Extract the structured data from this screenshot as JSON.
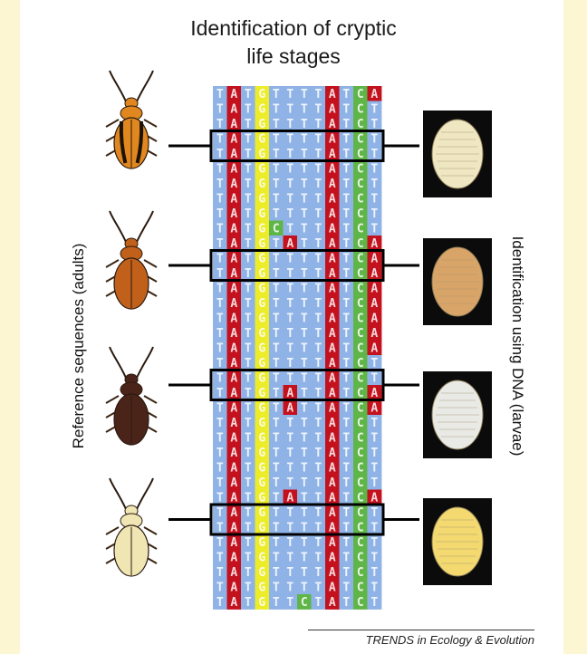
{
  "title_line1": "Identification of cryptic",
  "title_line2": "life stages",
  "left_label": "Reference sequences (adults)",
  "right_label": "Identification using DNA (larvae)",
  "footer": "TRENDS in Ecology & Evolution",
  "alignment": {
    "columns": [
      "T",
      "A",
      "T",
      "G",
      "T",
      "T",
      "T",
      "T",
      "A",
      "T",
      "C",
      "A"
    ],
    "rows": [
      "TATGTTTTATCA",
      "TATGTTTTATCT",
      "TATGTTTTATCT",
      "TATGTTTTATCT",
      "TATGTTTTATCT",
      "TATGTTTTATCT",
      "TATGTTTTATCT",
      "TATGTTTTATCT",
      "TATGTTTTATCT",
      "TATGCTTTATCT",
      "TATGTATTATCA",
      "TATGTTTTATCA",
      "TATGTTTTATCA",
      "TATGTTTTATCA",
      "TATGTTTTATCA",
      "TATGTTTTATCA",
      "TATGTTTTATCA",
      "TATGTTTTATCA",
      "TATGTTTTATCT",
      "TATGTTTTATCT",
      "TATGTATTATCA",
      "TATGTATTATCA",
      "TATGTTTTATCT",
      "TATGTTTTATCT",
      "TATGTTTTATCT",
      "TATGTTTTATCT",
      "TATGTTTTATCT",
      "TATGTATTATCA",
      "TATGTTTTATCT",
      "TATGTTTTATCT",
      "TATGTTTTATCT",
      "TATGTTTTATCT",
      "TATGTTTTATCT",
      "TATGTTTTATCT",
      "TATGTTCTATCT"
    ],
    "highlighted_pairs": [
      3,
      11,
      19,
      28
    ],
    "base_colors": {
      "T": "#8fb3e6",
      "A": "#c4111e",
      "G": "#ecec2a",
      "C": "#5fb548"
    }
  },
  "adults": [
    {
      "name": "adult-beetle-striped",
      "body": "#e0871f",
      "stripe": "#1b1208"
    },
    {
      "name": "adult-beetle-orange",
      "body": "#c0601a",
      "stripe": ""
    },
    {
      "name": "adult-beetle-dark",
      "body": "#4a2418",
      "stripe": ""
    },
    {
      "name": "adult-beetle-pale",
      "body": "#efe6b4",
      "stripe": ""
    }
  ],
  "larvae": [
    {
      "name": "larva-cream",
      "fill": "#efe6c2"
    },
    {
      "name": "larva-orange",
      "fill": "#d9a468"
    },
    {
      "name": "larva-white",
      "fill": "#e9e9e6"
    },
    {
      "name": "larva-yellow",
      "fill": "#f3d970"
    }
  ]
}
